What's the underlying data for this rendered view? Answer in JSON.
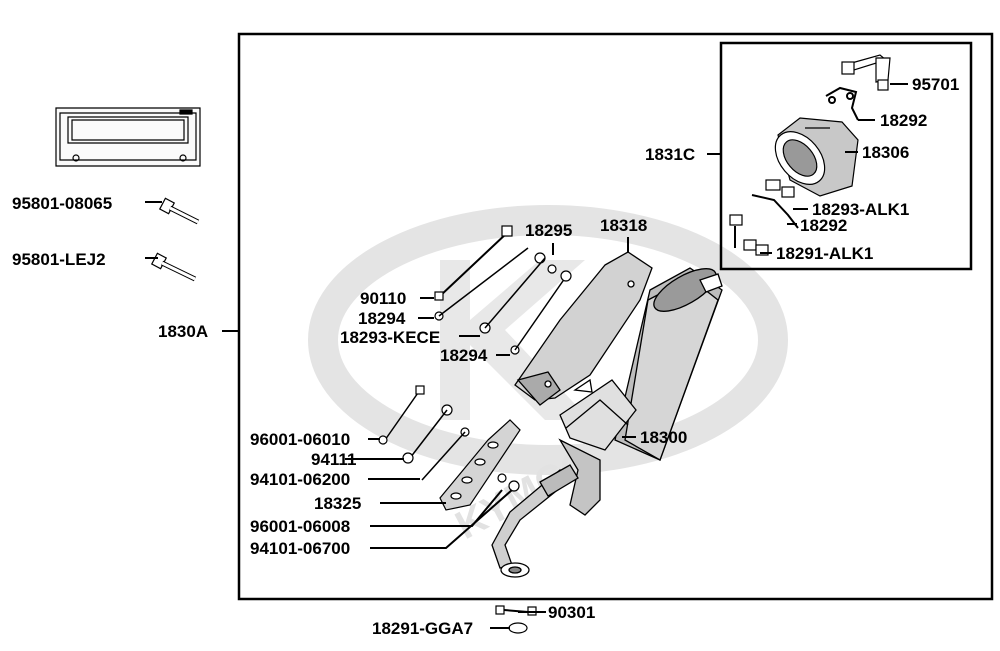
{
  "watermark": {
    "brand": "KYMCO"
  },
  "parts": {
    "p95801_08065": "95801-08065",
    "p95801_lej2": "95801-LEJ2",
    "p1830a": "1830A",
    "p1831c": "1831C",
    "p95701": "95701",
    "p18292_a": "18292",
    "p18306": "18306",
    "p18293_alk1": "18293-ALK1",
    "p18292_b": "18292",
    "p18291_alk1": "18291-ALK1",
    "p18295": "18295",
    "p18318": "18318",
    "p90110": "90110",
    "p18294_a": "18294",
    "p18293_kece": "18293-KECE",
    "p18294_b": "18294",
    "p18300": "18300",
    "p96001_06010": "96001-06010",
    "p94111": "94111",
    "p94101_06200": "94101-06200",
    "p18325": "18325",
    "p96001_06008": "96001-06008",
    "p94101_06700": "94101-06700",
    "p90301": "90301",
    "p18291_gga7": "18291-GGA7"
  }
}
